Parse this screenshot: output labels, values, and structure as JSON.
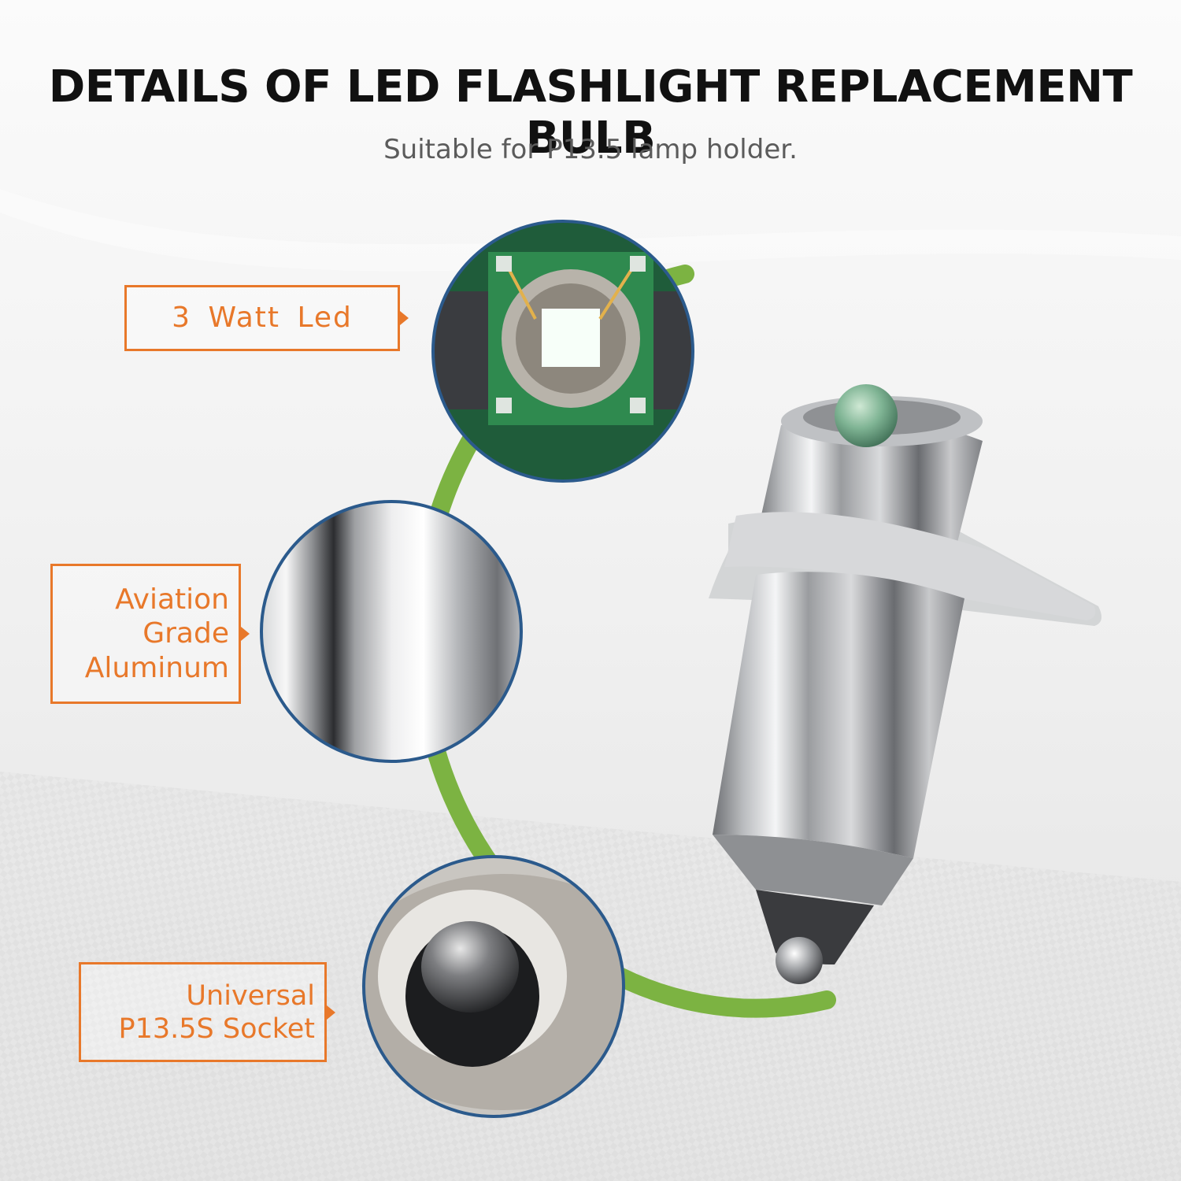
{
  "header": {
    "title": "DETAILS OF LED FLASHLIGHT REPLACEMENT BULB",
    "subtitle": "Suitable for P13.5 lamp holder."
  },
  "callouts": {
    "led": {
      "label": "3 Watt Led"
    },
    "aluminum": {
      "lines": [
        "Aviation",
        "Grade",
        "Aluminum"
      ]
    },
    "socket": {
      "lines": [
        "Universal",
        "P13.5S Socket"
      ]
    }
  },
  "colors": {
    "accent_orange": "#e8782a",
    "ring_green": "#7cb342",
    "circle_border_blue": "#2b5a8c",
    "title_text": "#111111",
    "subtitle_text": "#5b5b5b"
  }
}
